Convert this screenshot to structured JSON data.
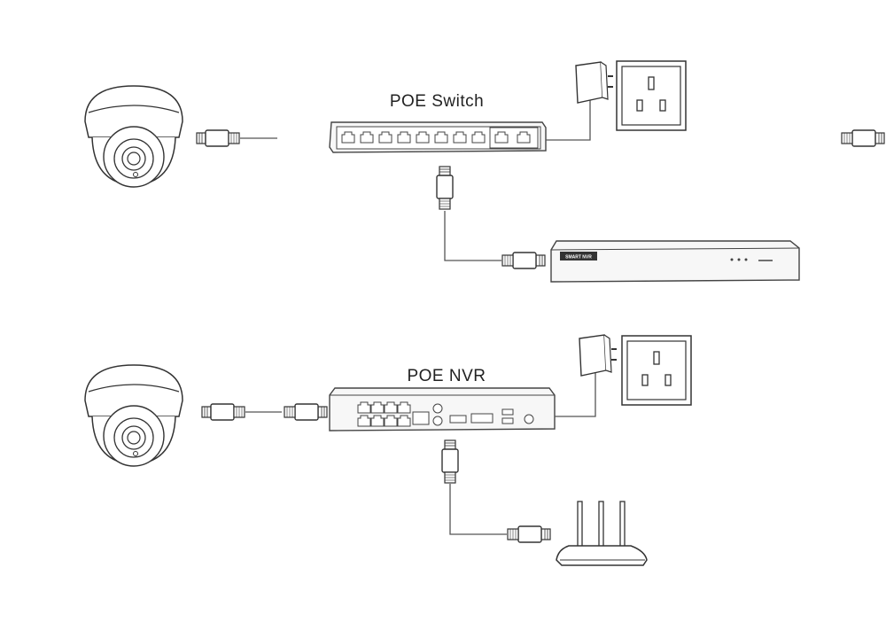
{
  "labels": {
    "poe_switch": "POE Switch",
    "poe_nvr": "POE NVR",
    "nvr_badge": "SMART NVR"
  },
  "colors": {
    "line": "#555555",
    "outline": "#444444",
    "background": "#ffffff"
  },
  "icons": [
    "dome-camera-icon",
    "ethernet-plug-icon",
    "power-adapter-icon",
    "wall-socket-icon",
    "poe-switch-icon",
    "nvr-icon",
    "router-icon"
  ]
}
